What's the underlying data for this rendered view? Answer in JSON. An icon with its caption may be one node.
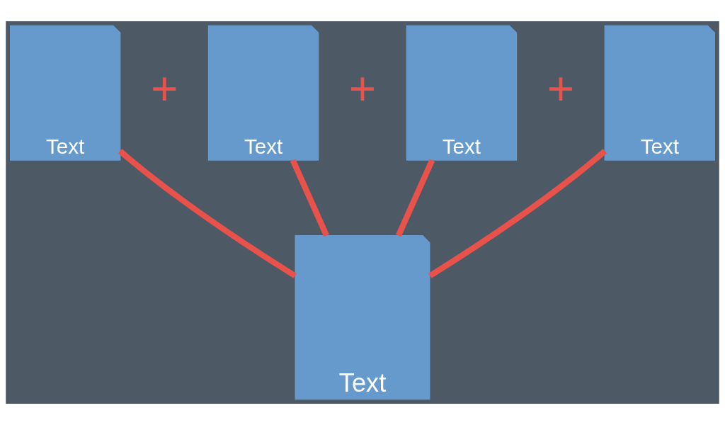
{
  "diagram": {
    "nodes": [
      {
        "text": [
          "Text"
        ]
      },
      {
        "text": [
          "Text"
        ]
      },
      {
        "text": [
          "Text"
        ]
      },
      {
        "text": [
          "Text"
        ]
      },
      {
        "text": [
          "Text"
        ]
      }
    ],
    "edges": [
      {
        "from": 0,
        "to": 4,
        "arrow": "none"
      },
      {
        "from": 1,
        "to": 4,
        "arrow": "none"
      },
      {
        "from": 2,
        "to": 4,
        "arrow": "none"
      },
      {
        "from": 3,
        "to": 4,
        "arrow": "none"
      }
    ],
    "labels": [
      "+",
      "+",
      "+"
    ]
  }
}
